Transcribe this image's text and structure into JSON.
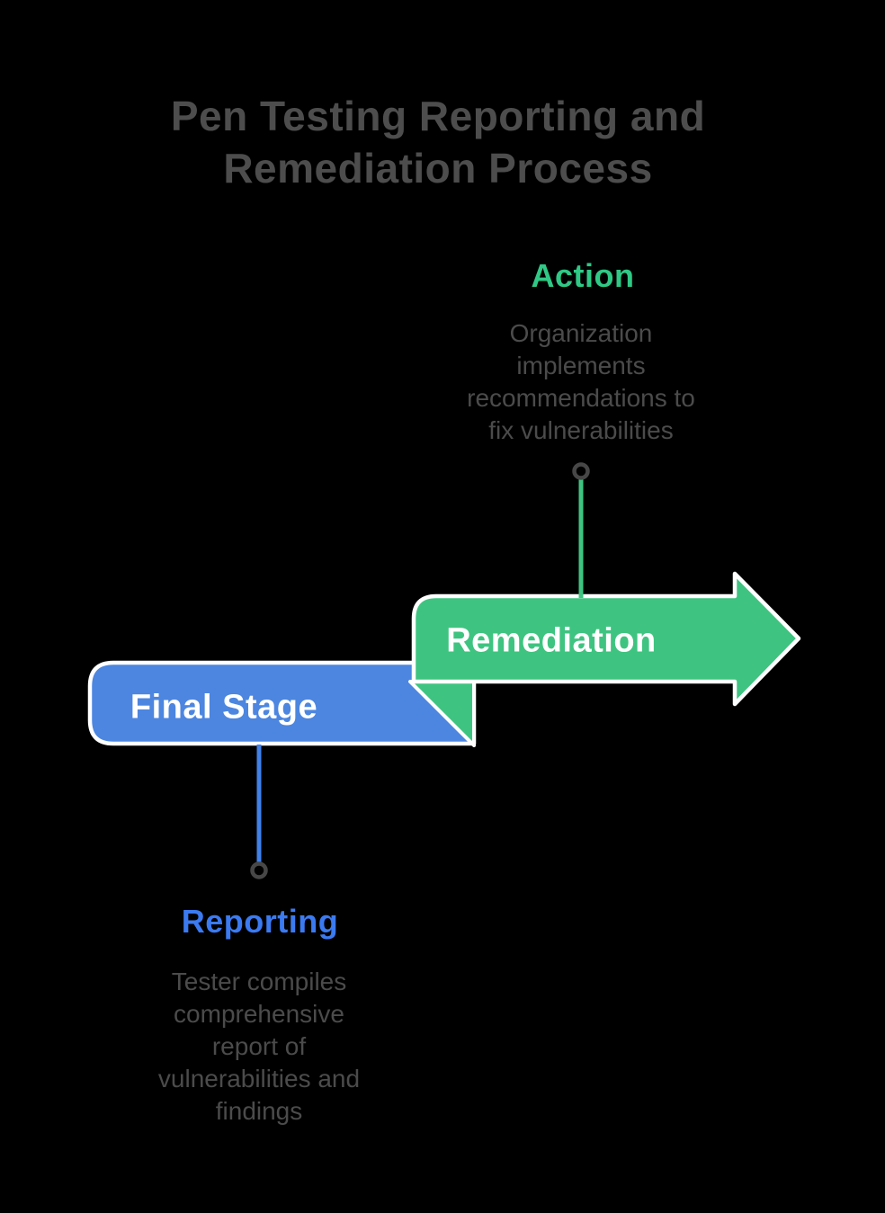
{
  "title": {
    "lines": [
      "Pen Testing Reporting and",
      "Remediation Process"
    ]
  },
  "stages": {
    "remediation": {
      "banner_label": "Remediation",
      "callout_title": "Action",
      "callout_lines": [
        "Organization",
        "implements",
        "recommendations to",
        "fix vulnerabilities"
      ]
    },
    "reporting": {
      "banner_label": "Final Stage",
      "callout_title": "Reporting",
      "callout_lines": [
        "Tester compiles",
        "comprehensive",
        "report of",
        "vulnerabilities and",
        "findings"
      ]
    }
  },
  "colors": {
    "background": "#000000",
    "arrow_green": "#3ec480",
    "fold_green": "#3ec480",
    "banner_blue": "#4c86e0",
    "action_title_green": "#2fc985",
    "reporting_title_blue": "#3b7af0",
    "body_text_gray": "#4b4b4b",
    "title_text_gray": "#4d4d4d",
    "ribbon_text_white": "#ffffff",
    "outline_white": "#ffffff",
    "connector_green": "#3ec480",
    "connector_blue": "#4181e8",
    "endpoint_ring_gray": "#474747"
  }
}
